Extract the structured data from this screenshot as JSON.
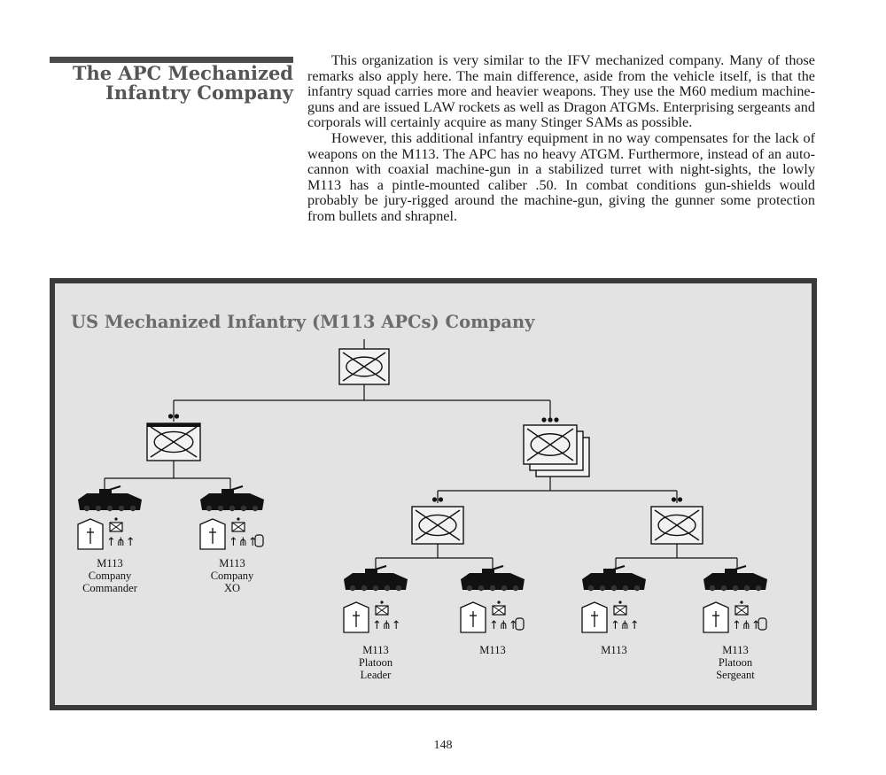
{
  "section": {
    "title_line1": "The APC Mechanized",
    "title_line2": "Infantry Company"
  },
  "body": {
    "paragraph1": "This organization is very similar to the IFV mechanized company. Many of those remarks also apply here. The main difference, aside from the vehicle itself, is that the infantry squad carries more and heavier weapons. They use the M60 medium machine-guns and are issued LAW rockets as well as Dragon ATGMs. Enterprising sergeants and corporals will certainly acquire as many Stinger SAMs as possible.",
    "paragraph2": "However, this additional infantry equipment in no way compensates for the lack of weapons on the M113. The APC has no heavy ATGM. Furthermore, instead of an auto-cannon with coaxial machine-gun in a stabilized turret with night-sights, the lowly M113 has a pintle-mounted caliber .50. In combat conditions gun-shields would probably be jury-rigged around the machine-gun, giving the gunner some protection from bullets and shrapnel."
  },
  "figure": {
    "title": "US Mechanized Infantry (M113 APCs) Company",
    "vehicles": [
      {
        "lines": [
          "M113",
          "Company",
          "Commander"
        ],
        "has_dragon": false
      },
      {
        "lines": [
          "M113",
          "Company",
          "XO"
        ],
        "has_dragon": true
      },
      {
        "lines": [
          "M113",
          "Platoon",
          "Leader"
        ],
        "has_dragon": false
      },
      {
        "lines": [
          "M113"
        ],
        "has_dragon": true
      },
      {
        "lines": [
          "M113"
        ],
        "has_dragon": false
      },
      {
        "lines": [
          "M113",
          "Platoon",
          "Sergeant"
        ],
        "has_dragon": true
      }
    ]
  },
  "page_number": "148"
}
